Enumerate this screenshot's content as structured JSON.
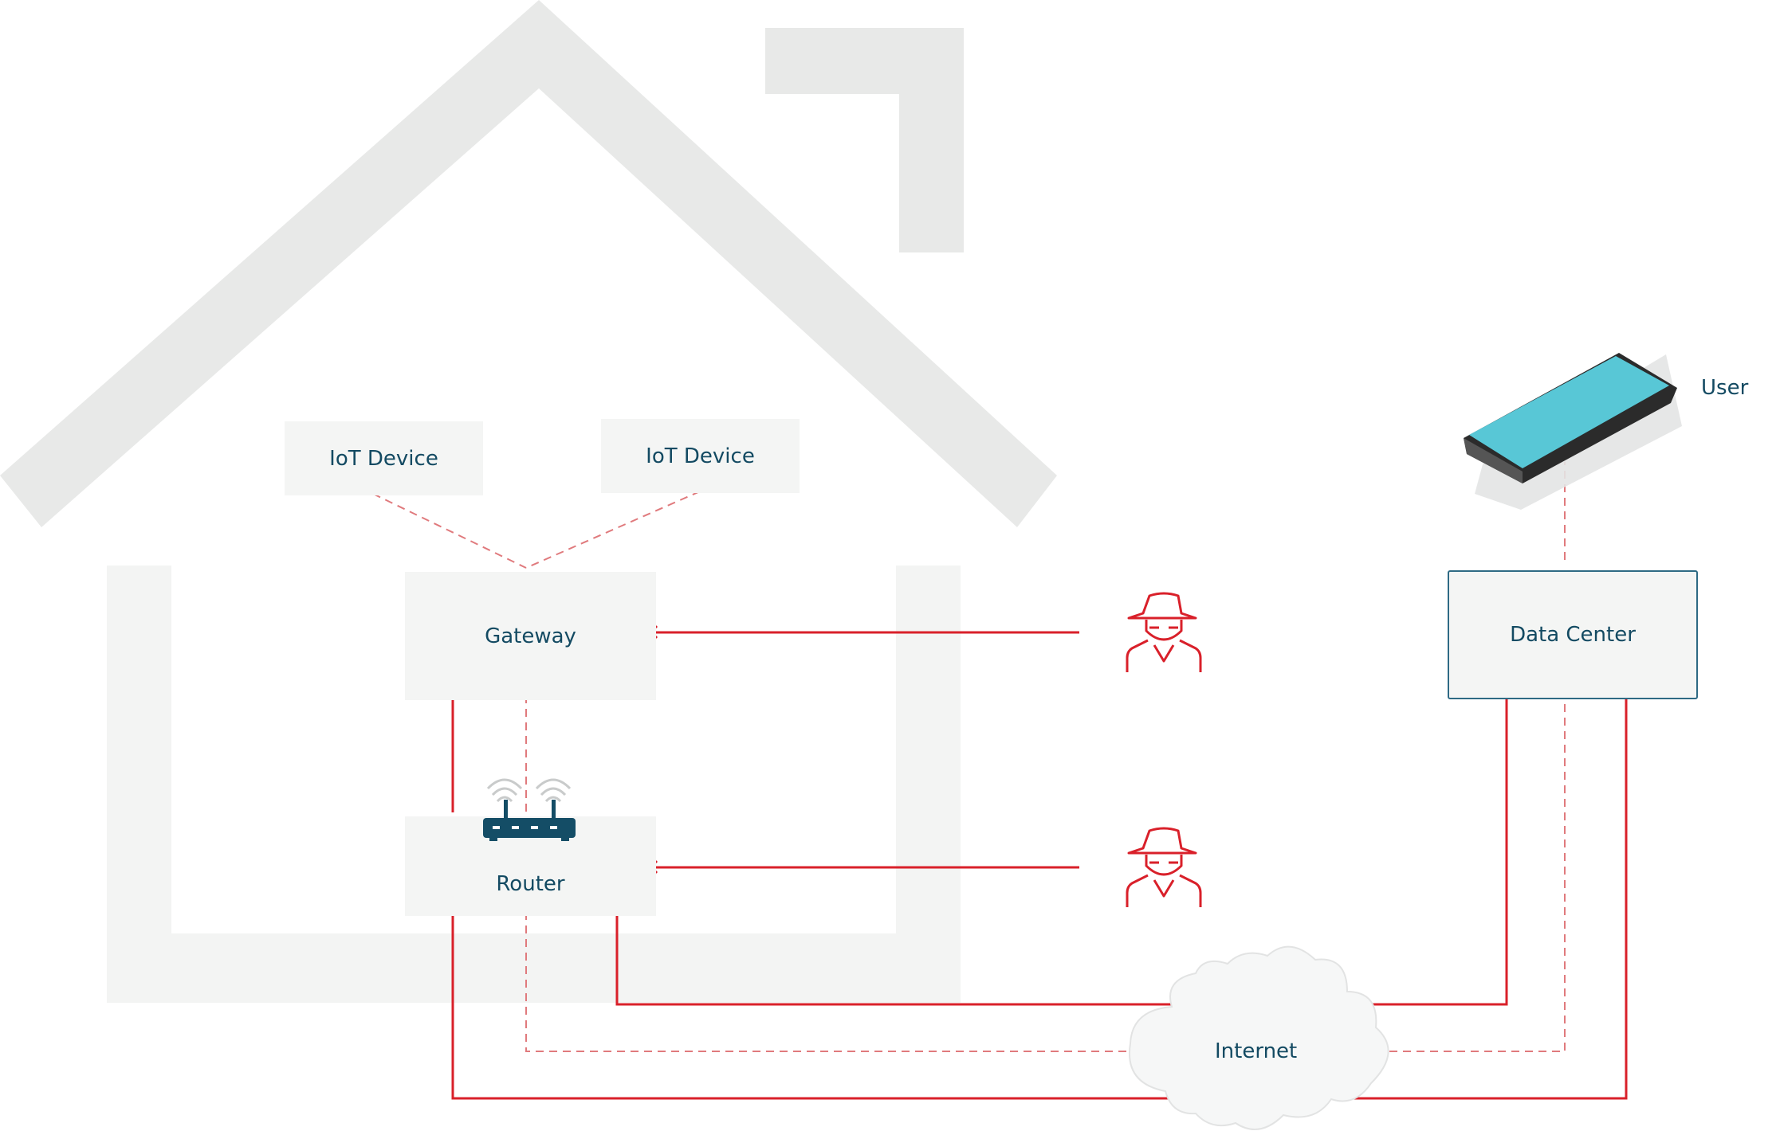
{
  "diagram": {
    "nodes": {
      "iot_device_1": "IoT Device",
      "iot_device_2": "IoT Device",
      "gateway": "Gateway",
      "router": "Router",
      "data_center": "Data Center",
      "user": "User",
      "internet": "Internet"
    },
    "icons": [
      "house-outline-icon",
      "router-icon",
      "wifi-icon",
      "attacker-icon",
      "smartphone-icon",
      "cloud-icon",
      "blocked-x-icon"
    ],
    "colors": {
      "house_fill": "#e8e9e8",
      "house_interior": "#f3f4f3",
      "node_fill": "#f4f5f4",
      "text": "#134a62",
      "attack_line": "#d9202a",
      "dashed_line": "#e07a7d",
      "data_center_border": "#2e6a84",
      "phone_screen": "#58c7d6",
      "router_body": "#144d66"
    }
  }
}
